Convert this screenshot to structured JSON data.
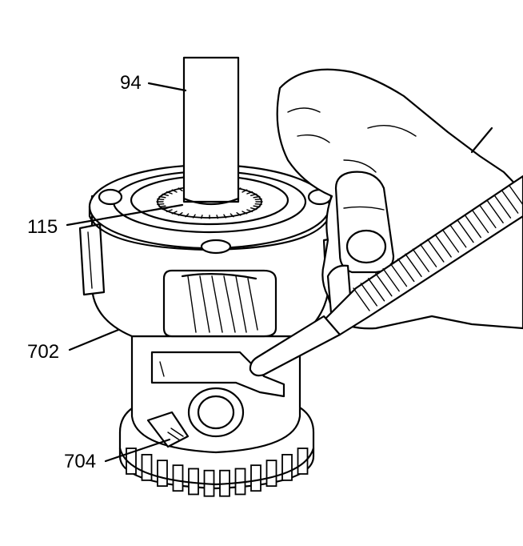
{
  "callouts": [
    {
      "id": "c94",
      "text": "94"
    },
    {
      "id": "c115",
      "text": "115"
    },
    {
      "id": "c702",
      "text": "702"
    },
    {
      "id": "c704",
      "text": "704"
    }
  ]
}
